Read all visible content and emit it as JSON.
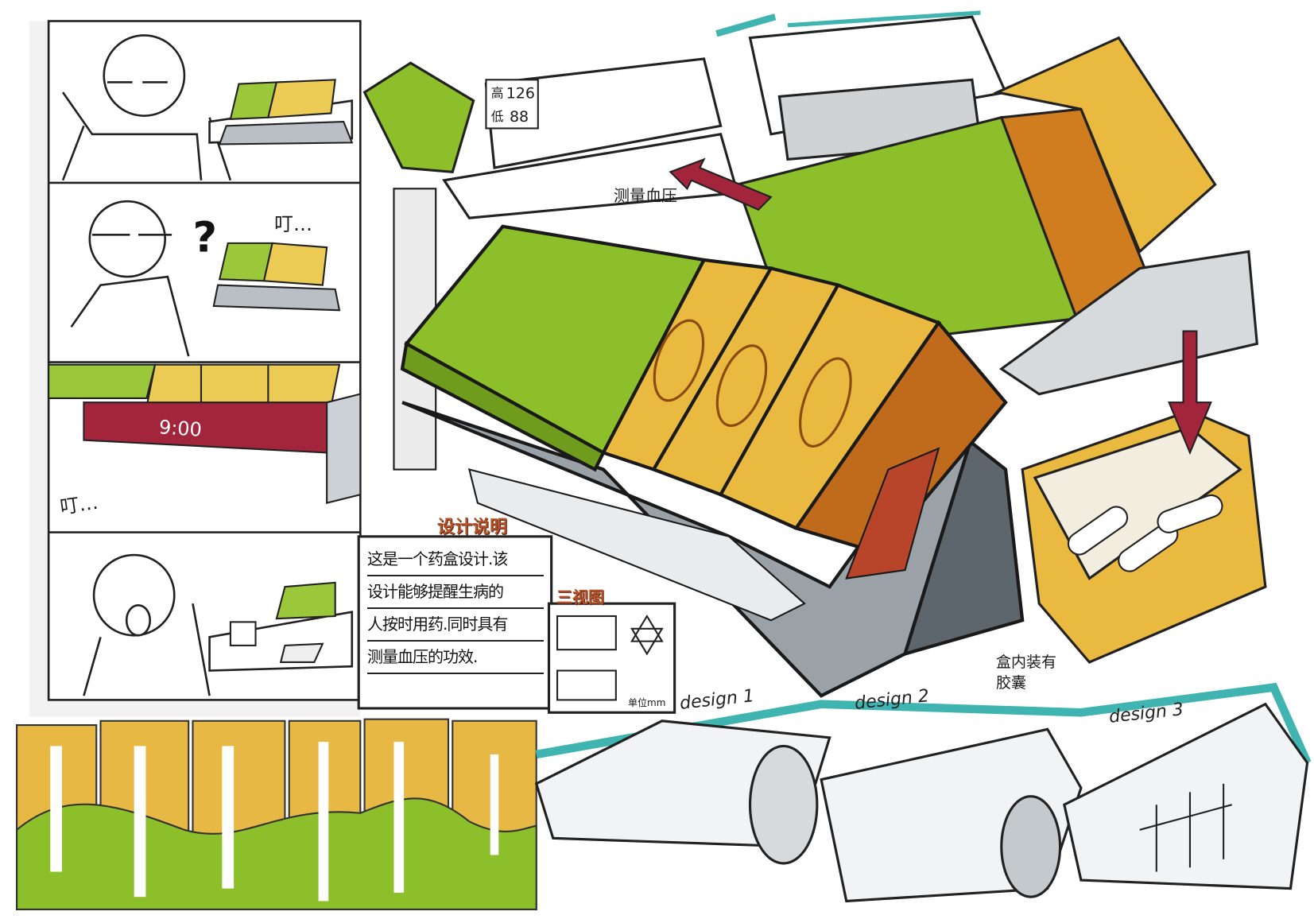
{
  "colors": {
    "green": "#8cbf2a",
    "yellow": "#e9b940",
    "orange": "#cf7d1e",
    "gray": "#8c949b",
    "red": "#a3253c",
    "teal": "#3fb4b0"
  },
  "storyboard": {
    "panel2_sound": "叮…",
    "panel3_clock": "9:00",
    "panel3_sound": "叮…"
  },
  "bp_display": {
    "high_label": "高",
    "high_value": "126",
    "low_label": "低",
    "low_value": "88"
  },
  "annotations": {
    "measure_bp": "测量血压",
    "box_contents": "盒内装有胶囊"
  },
  "design_note": {
    "title": "设计说明",
    "lines": [
      "这是一个药盒设计.该",
      "设计能够提醒生病的",
      "人按时用药.同时具有",
      "测量血压的功效."
    ]
  },
  "three_view": {
    "title": "三视图",
    "unit": "单位mm"
  },
  "variants": [
    "design 1",
    "design 2",
    "design 3"
  ]
}
